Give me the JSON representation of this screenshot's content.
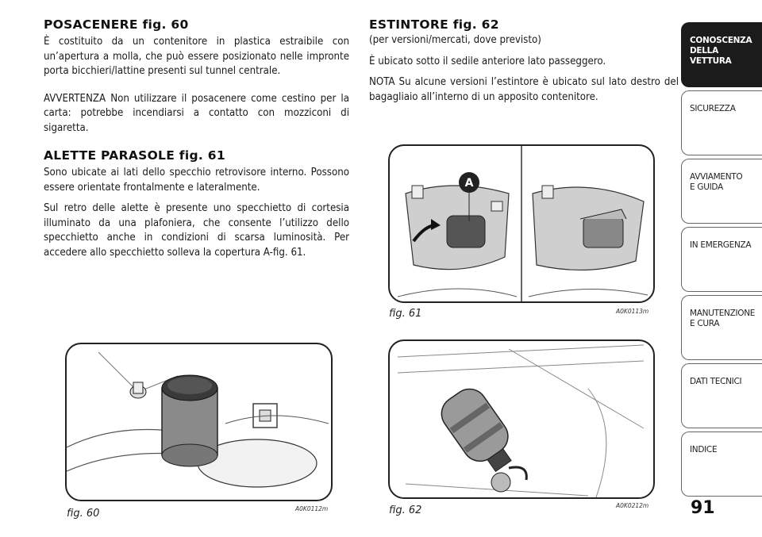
{
  "left": {
    "sections": [
      {
        "title": "POSACENERE fig. 60",
        "paragraphs": [
          "È costituito da un contenitore in plastica estraibile con un’apertura a molla, che può essere posizionato nelle impronte porta bicchieri/lattine presenti sul tunnel centrale.",
          "AVVERTENZA Non utilizzare il posacenere come cestino per la carta: potrebbe incendiarsi a contatto con mozziconi di sigaretta."
        ]
      },
      {
        "title": "ALETTE PARASOLE fig. 61",
        "paragraphs": [
          "Sono ubicate ai lati dello specchio retrovisore interno. Possono essere orientate frontalmente e lateralmente.",
          "Sul retro delle alette è presente uno specchietto di cortesia illuminato da una plafoniera, che consente l’utilizzo dello specchietto anche in condizioni di scarsa luminosità. Per accedere allo specchietto solleva la copertura A-fig. 61."
        ]
      }
    ]
  },
  "mid": {
    "title": "ESTINTORE fig. 62",
    "subtitle": "(per versioni/mercati, dove previsto)",
    "paragraphs": [
      "È ubicato sotto il sedile anteriore lato passeggero.",
      "NOTA Su alcune versioni l’estintore è ubicato sul lato destro del bagagliaio all’interno di un apposito contenitore."
    ]
  },
  "figures": {
    "fig61": {
      "label": "fig. 61",
      "code": "A0K0113m",
      "marker": "A"
    },
    "fig62": {
      "label": "fig. 62",
      "code": "A0K0212m"
    },
    "fig60": {
      "label": "fig. 60",
      "code": "A0K0112m"
    }
  },
  "sidebar": {
    "tabs": [
      {
        "label": "CONOSCENZA\nDELLA\nVETTURA",
        "active": true
      },
      {
        "label": "SICUREZZA",
        "active": false
      },
      {
        "label": "AVVIAMENTO\nE GUIDA",
        "active": false
      },
      {
        "label": "IN EMERGENZA",
        "active": false
      },
      {
        "label": "MANUTENZIONE\nE CURA",
        "active": false
      },
      {
        "label": "DATI TECNICI",
        "active": false
      },
      {
        "label": "INDICE",
        "active": false
      }
    ]
  },
  "page_number": "91"
}
